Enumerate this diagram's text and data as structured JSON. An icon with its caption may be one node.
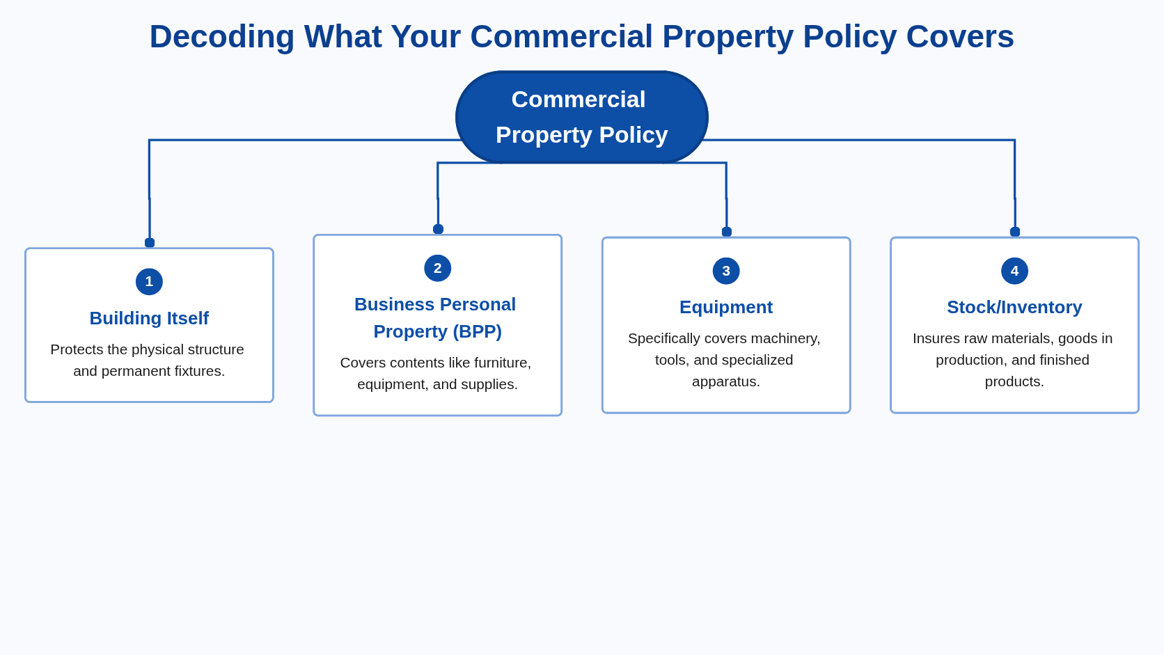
{
  "diagram": {
    "title": "Decoding What Your Commercial Property Policy Covers",
    "nodes": [
      {
        "text": [
          "Commercial Property Policy"
        ]
      },
      {
        "text": [
          "1",
          "Building Itself",
          "Protects the physical structure and permanent fixtures."
        ]
      },
      {
        "text": [
          "2",
          "Business Personal Property (BPP)",
          "Covers contents like furniture, equipment, and supplies."
        ]
      },
      {
        "text": [
          "3",
          "Equipment",
          "Specifically covers machinery, tools, and specialized apparatus."
        ]
      },
      {
        "text": [
          "4",
          "Stock/Inventory",
          "Insures raw materials, goods in production, and finished products."
        ]
      }
    ],
    "edges": [
      {
        "from": 0,
        "to": 1,
        "arrow": "other"
      },
      {
        "from": 0,
        "to": 2,
        "arrow": "other"
      },
      {
        "from": 0,
        "to": 3,
        "arrow": "other"
      },
      {
        "from": 0,
        "to": 4,
        "arrow": "other"
      }
    ]
  }
}
